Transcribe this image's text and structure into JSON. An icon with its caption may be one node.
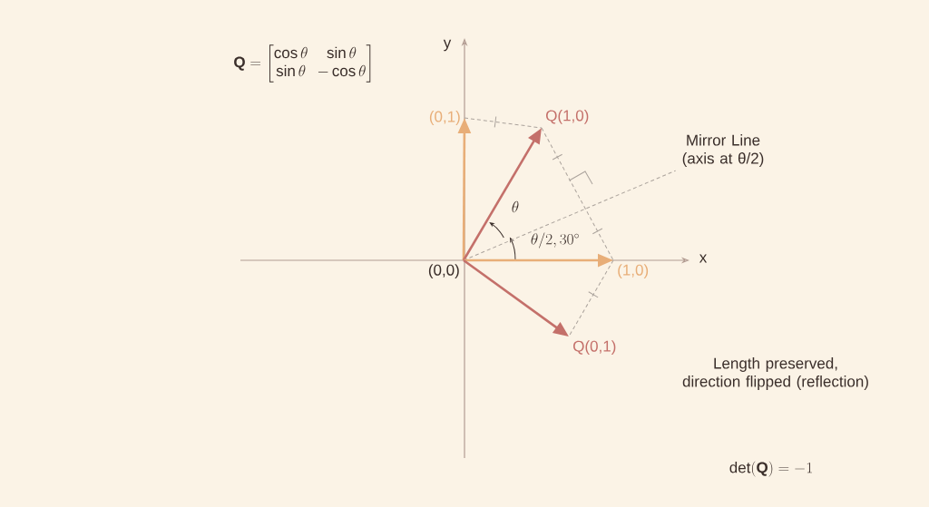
{
  "diagram": {
    "nodes": [
      {
        "text": [
          "(0,0)"
        ]
      },
      {
        "text": [
          "(0,1)"
        ]
      },
      {
        "text": [
          "Q(1,0)"
        ]
      },
      {
        "text": [
          "(1,0)"
        ]
      },
      {
        "text": [
          "Q(0,1)"
        ]
      },
      {
        "text": [
          "Mirror Line (axis at θ/2)"
        ]
      }
    ],
    "edges": [
      {
        "from": 0,
        "to": 1,
        "arrow": "to",
        "style": "thick",
        "color": "#e8ae78"
      },
      {
        "from": 0,
        "to": 2,
        "arrow": "to",
        "style": "thick",
        "color": "#c4706a"
      },
      {
        "from": 0,
        "to": 3,
        "arrow": "to",
        "style": "thick",
        "color": "#e8ae78"
      },
      {
        "from": 0,
        "to": 4,
        "arrow": "to",
        "style": "thick",
        "color": "#c4706a"
      },
      {
        "from": 1,
        "to": 2,
        "arrow": "none",
        "style": "dashed"
      },
      {
        "from": 2,
        "to": 3,
        "arrow": "none",
        "style": "dashed"
      },
      {
        "from": 3,
        "to": 4,
        "arrow": "none",
        "style": "dashed"
      },
      {
        "from": 0,
        "to": 5,
        "arrow": "none",
        "style": "dashed"
      }
    ],
    "labels": [
      "y",
      "x",
      "\\mathbf{Q} = \\begin{bmatrix}\\cos\\theta & \\sin\\theta \\\\ \\sin\\theta & -\\cos\\theta\\end{bmatrix}",
      "\\theta",
      "\\theta/2, 30^\\circ",
      "Length preserved, direction flipped (reflection)",
      "\\det(\\mathbf{Q}) = -1"
    ]
  }
}
